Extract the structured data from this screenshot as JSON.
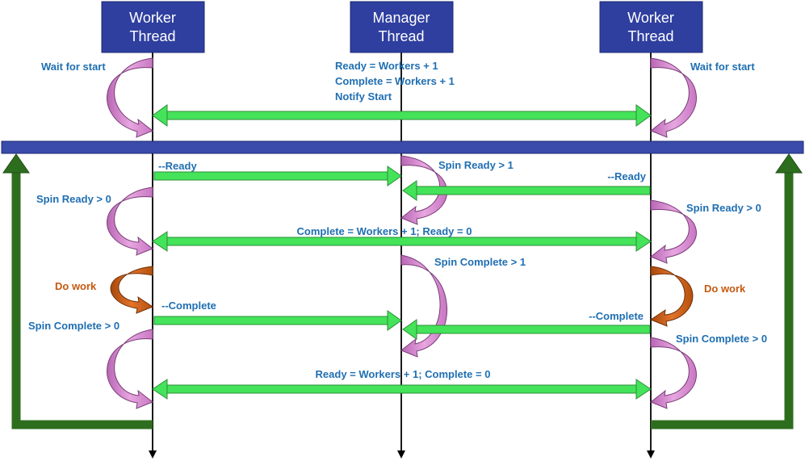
{
  "actors": {
    "left_worker": [
      "Worker",
      "Thread"
    ],
    "manager": [
      "Manager",
      "Thread"
    ],
    "right_worker": [
      "Worker",
      "Thread"
    ]
  },
  "labels": {
    "wait_left": "Wait for start",
    "wait_right": "Wait for start",
    "mgr_ready": "Ready = Workers + 1",
    "mgr_complete": "Complete = Workers + 1",
    "mgr_notify": "Notify Start",
    "left_dec_ready": "--Ready",
    "right_dec_ready": "--Ready",
    "mgr_spin_ready": "Spin Ready > 1",
    "left_spin_ready": "Spin Ready > 0",
    "right_spin_ready": "Spin Ready > 0",
    "reset_complete": "Complete = Workers + 1; Ready = 0",
    "mgr_spin_complete": "Spin Complete > 1",
    "left_do_work": "Do work",
    "right_do_work": "Do work",
    "left_dec_complete": "--Complete",
    "right_dec_complete": "--Complete",
    "left_spin_complete": "Spin Complete > 0",
    "right_spin_complete": "Spin Complete > 0",
    "reset_ready": "Ready = Workers + 1; Complete = 0"
  },
  "colors": {
    "box": "#2f3f9f",
    "barrier": "#3a4bab",
    "arrow_green": "#44e35a",
    "loop_pink": "#d98ad2",
    "loop_orange": "#c55a11",
    "return_dark_green": "#2d6e1e",
    "label_blue": "#1f6fb2"
  }
}
